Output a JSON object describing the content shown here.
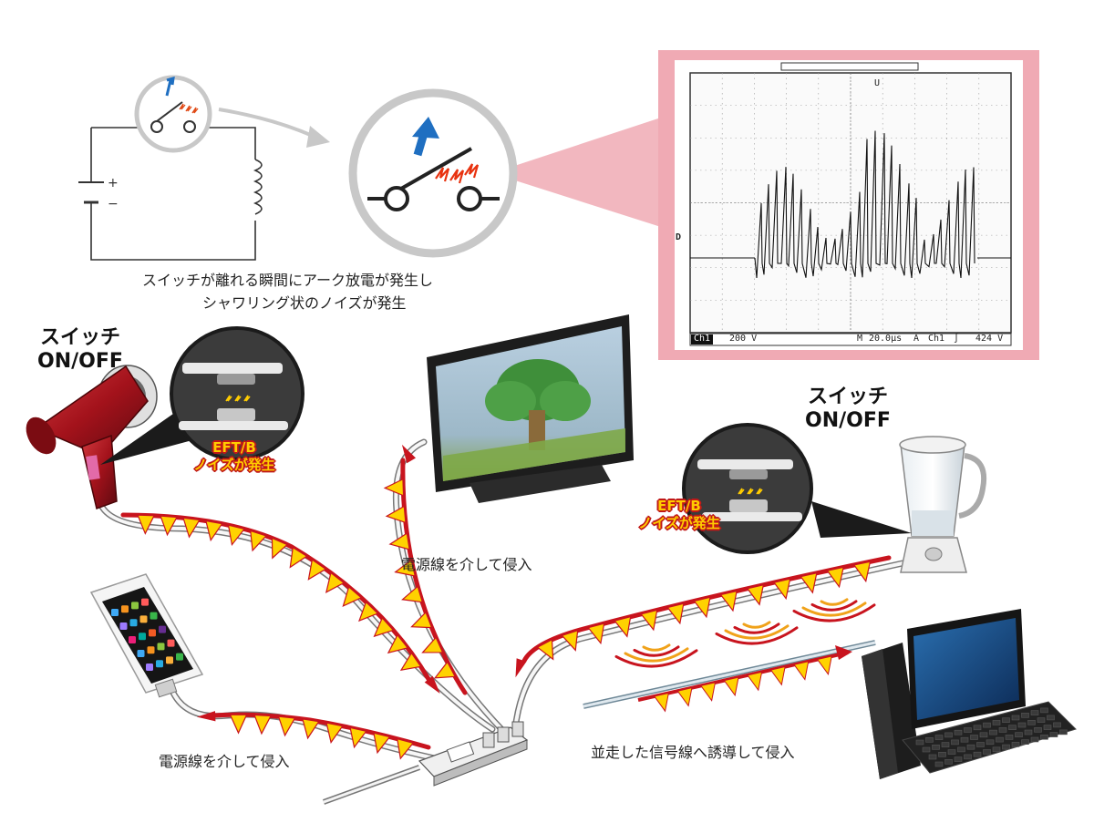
{
  "circuit": {
    "plus": "+",
    "minus": "−",
    "caption_line1": "スイッチが離れる瞬間にアーク放電が発生し",
    "caption_line2": "シャワリング状のノイズが発生"
  },
  "oscilloscope": {
    "channel": "Ch1",
    "volts_per_div": "200 V",
    "time_prefix": "M",
    "time_per_div": "20.0μs",
    "trigger_mode": "A",
    "trigger_channel": "Ch1",
    "trigger_slope": "∫",
    "trigger_level": "424 V",
    "marker_u": "U",
    "marker_d": "D"
  },
  "labels": {
    "left_switch_line1": "スイッチ",
    "left_switch_line2": "ON/OFF",
    "right_switch_line1": "スイッチ",
    "right_switch_line2": "ON/OFF",
    "left_eft_line1": "EFT/B",
    "left_eft_line2": "ノイズが発生",
    "right_eft_line1": "EFT/B",
    "right_eft_line2": "ノイズが発生",
    "tv_path": "電源線を介して侵入",
    "phone_path": "電源線を介して侵入",
    "signal_path": "並走した信号線へ誘導して侵入"
  },
  "colors": {
    "noise_red": "#c8141e",
    "spike_yellow": "#ffd200",
    "arrow_blue": "#1f6fc1",
    "osc_frame": "#f0aab4",
    "dryer_red": "#a3121b"
  }
}
